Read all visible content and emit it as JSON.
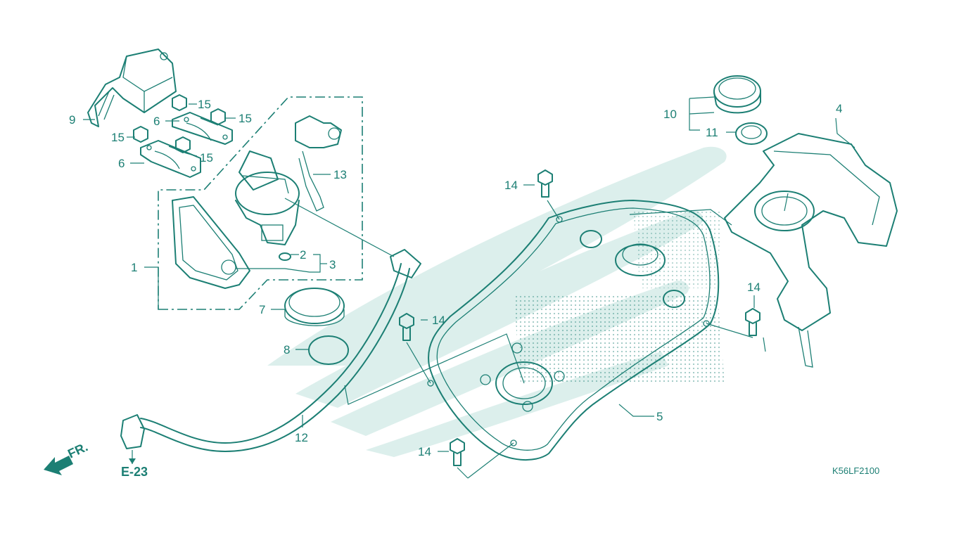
{
  "diagram": {
    "ref_code": "K56LF2100",
    "cross_ref": "E-23",
    "front_marker": "FR.",
    "callouts": [
      {
        "id": "c1",
        "label": "1"
      },
      {
        "id": "c2",
        "label": "2"
      },
      {
        "id": "c3",
        "label": "3"
      },
      {
        "id": "c4",
        "label": "4"
      },
      {
        "id": "c5",
        "label": "5"
      },
      {
        "id": "c6a",
        "label": "6"
      },
      {
        "id": "c6b",
        "label": "6"
      },
      {
        "id": "c7",
        "label": "7"
      },
      {
        "id": "c8",
        "label": "8"
      },
      {
        "id": "c9",
        "label": "9"
      },
      {
        "id": "c10",
        "label": "10"
      },
      {
        "id": "c11",
        "label": "11"
      },
      {
        "id": "c12",
        "label": "12"
      },
      {
        "id": "c13",
        "label": "13"
      },
      {
        "id": "c14a",
        "label": "14"
      },
      {
        "id": "c14b",
        "label": "14"
      },
      {
        "id": "c14c",
        "label": "14"
      },
      {
        "id": "c14d",
        "label": "14"
      },
      {
        "id": "c15a",
        "label": "15"
      },
      {
        "id": "c15b",
        "label": "15"
      },
      {
        "id": "c15c",
        "label": "15"
      },
      {
        "id": "c15d",
        "label": "15"
      }
    ],
    "colors": {
      "ink": "#1c7f74",
      "watermark": "#dcefec",
      "background": "#ffffff"
    }
  }
}
